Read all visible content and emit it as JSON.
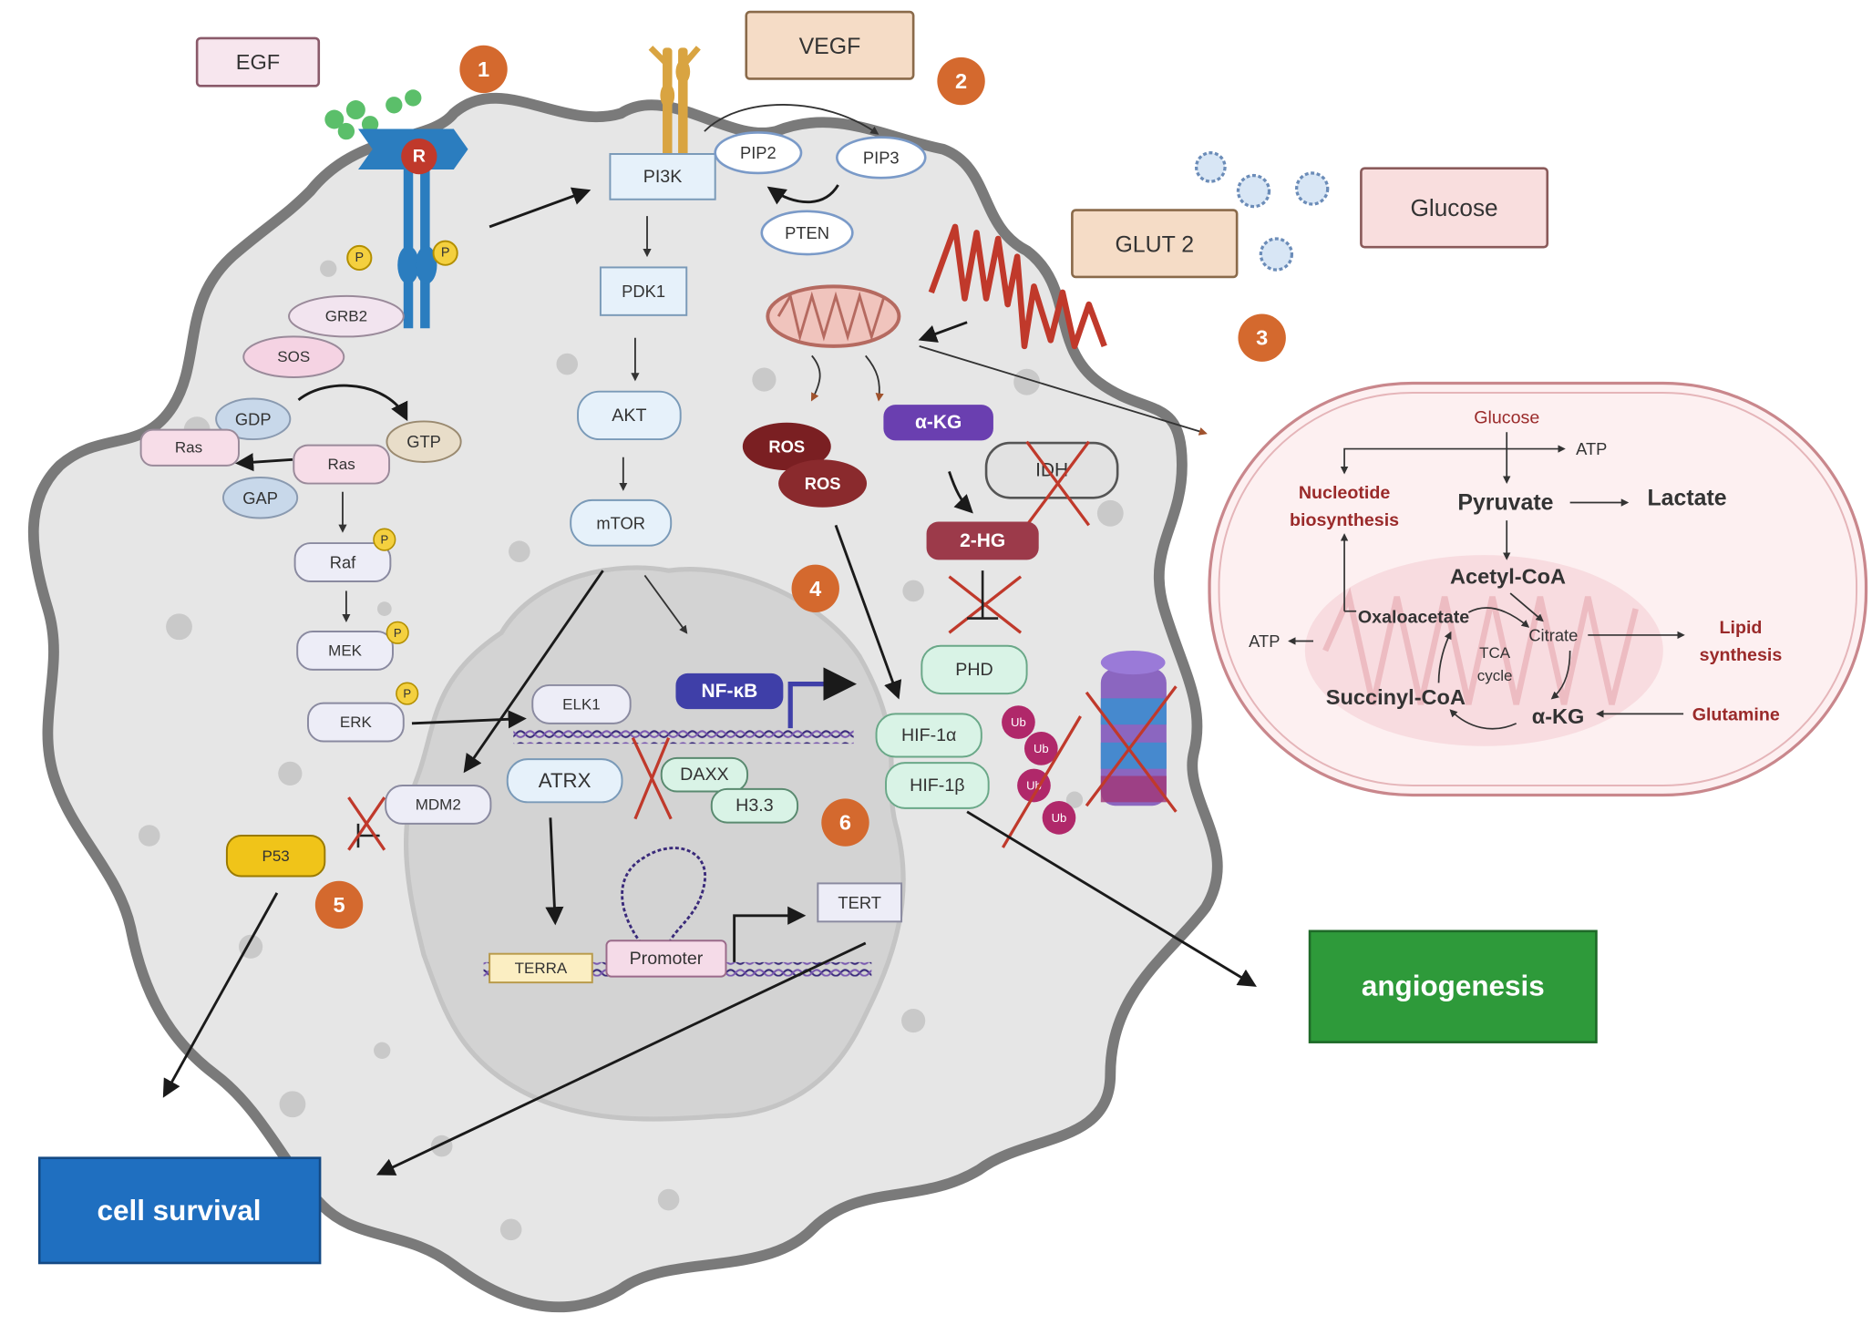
{
  "inputs": {
    "egf": "EGF",
    "vegf": "VEGF",
    "glut2": "GLUT 2",
    "glucose": "Glucose"
  },
  "steps": [
    "1",
    "2",
    "3",
    "4",
    "5",
    "6"
  ],
  "receptor": {
    "r": "R",
    "p": "P"
  },
  "egfr_pathway": {
    "grb2": "GRB2",
    "sos": "SOS",
    "gdp": "GDP",
    "gtp": "GTP",
    "ras_gdp": "Ras",
    "ras_gtp": "Ras",
    "gap": "GAP",
    "raf": "Raf",
    "mek": "MEK",
    "erk": "ERK",
    "elk1": "ELK1"
  },
  "pi3k_pathway": {
    "pi3k": "PI3K",
    "pip2": "PIP2",
    "pip3": "PIP3",
    "pten": "PTEN",
    "pdk1": "PDK1",
    "akt": "AKT",
    "mtor": "mTOR",
    "nfkb": "NF-κB"
  },
  "idh_pathway": {
    "ros1": "ROS",
    "ros2": "ROS",
    "akg": "α-KG",
    "idh": "IDH",
    "hg2": "2-HG",
    "phd": "PHD",
    "hif1a": "HIF-1α",
    "hif1b": "HIF-1β",
    "ub": "Ub"
  },
  "nucleus": {
    "atrx": "ATRX",
    "daxx": "DAXX",
    "h33": "H3.3",
    "terra": "TERRA",
    "promoter": "Promoter",
    "tert": "TERT"
  },
  "p53_pathway": {
    "mdm2": "MDM2",
    "p53": "P53"
  },
  "metabolism": {
    "glucose": "Glucose",
    "atp_top": "ATP",
    "nucleotide_line1": "Nucleotide",
    "nucleotide_line2": "biosynthesis",
    "pyruvate": "Pyruvate",
    "lactate": "Lactate",
    "acetyl_coa": "Acetyl-CoA",
    "oxaloacetate": "Oxaloacetate",
    "citrate": "Citrate",
    "atp_left": "ATP",
    "lipid_line1": "Lipid",
    "lipid_line2": "synthesis",
    "tca_line1": "TCA",
    "tca_line2": "cycle",
    "succinyl_coa": "Succinyl-CoA",
    "akg": "α-KG",
    "glutamine": "Glutamine"
  },
  "outcomes": {
    "angiogenesis": "angiogenesis",
    "cell_survival": "cell survival"
  },
  "colors": {
    "step_badge": "#d4692e",
    "angiogenesis_box": "#2e9a3a",
    "cell_survival_box": "#1f6fc0",
    "ros": "#7a1f22",
    "akg": "#6a3fb0",
    "hg2": "#9c3a4a",
    "nfkb": "#3f3fa8",
    "inhibition_cross": "#c0392b"
  }
}
